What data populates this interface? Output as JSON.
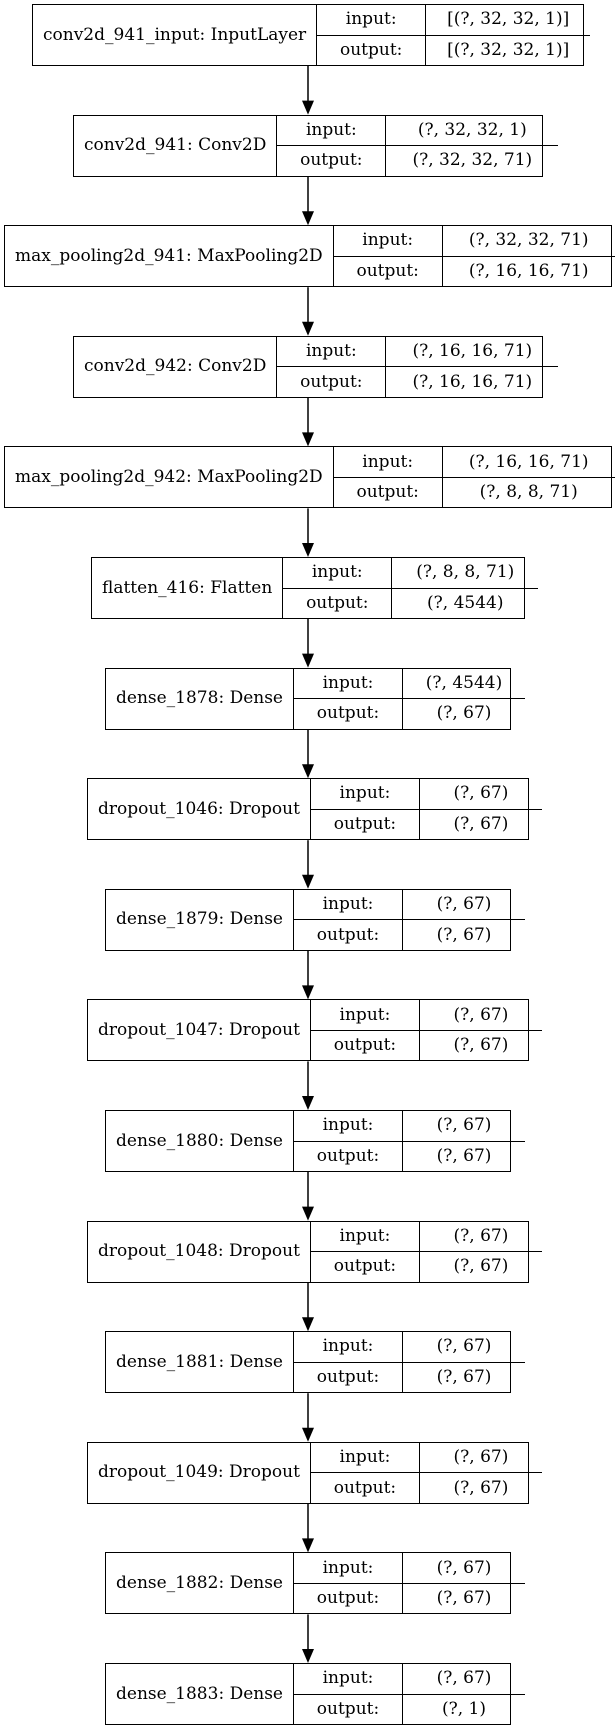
{
  "labels": {
    "input": "input:",
    "output": "output:"
  },
  "layers": [
    {
      "name": "conv2d_941_input: InputLayer",
      "input": "[(?, 32, 32, 1)]",
      "output": "[(?, 32, 32, 1)]"
    },
    {
      "name": "conv2d_941: Conv2D",
      "input": "(?, 32, 32, 1)",
      "output": "(?, 32, 32, 71)"
    },
    {
      "name": "max_pooling2d_941: MaxPooling2D",
      "input": "(?, 32, 32, 71)",
      "output": "(?, 16, 16, 71)"
    },
    {
      "name": "conv2d_942: Conv2D",
      "input": "(?, 16, 16, 71)",
      "output": "(?, 16, 16, 71)"
    },
    {
      "name": "max_pooling2d_942: MaxPooling2D",
      "input": "(?, 16, 16, 71)",
      "output": "(?, 8, 8, 71)"
    },
    {
      "name": "flatten_416: Flatten",
      "input": "(?, 8, 8, 71)",
      "output": "(?, 4544)"
    },
    {
      "name": "dense_1878: Dense",
      "input": "(?, 4544)",
      "output": "(?, 67)"
    },
    {
      "name": "dropout_1046: Dropout",
      "input": "(?, 67)",
      "output": "(?, 67)"
    },
    {
      "name": "dense_1879: Dense",
      "input": "(?, 67)",
      "output": "(?, 67)"
    },
    {
      "name": "dropout_1047: Dropout",
      "input": "(?, 67)",
      "output": "(?, 67)"
    },
    {
      "name": "dense_1880: Dense",
      "input": "(?, 67)",
      "output": "(?, 67)"
    },
    {
      "name": "dropout_1048: Dropout",
      "input": "(?, 67)",
      "output": "(?, 67)"
    },
    {
      "name": "dense_1881: Dense",
      "input": "(?, 67)",
      "output": "(?, 67)"
    },
    {
      "name": "dropout_1049: Dropout",
      "input": "(?, 67)",
      "output": "(?, 67)"
    },
    {
      "name": "dense_1882: Dense",
      "input": "(?, 67)",
      "output": "(?, 67)"
    },
    {
      "name": "dense_1883: Dense",
      "input": "(?, 67)",
      "output": "(?, 1)"
    }
  ],
  "colors": {
    "stroke": "#000000",
    "background": "#ffffff"
  }
}
